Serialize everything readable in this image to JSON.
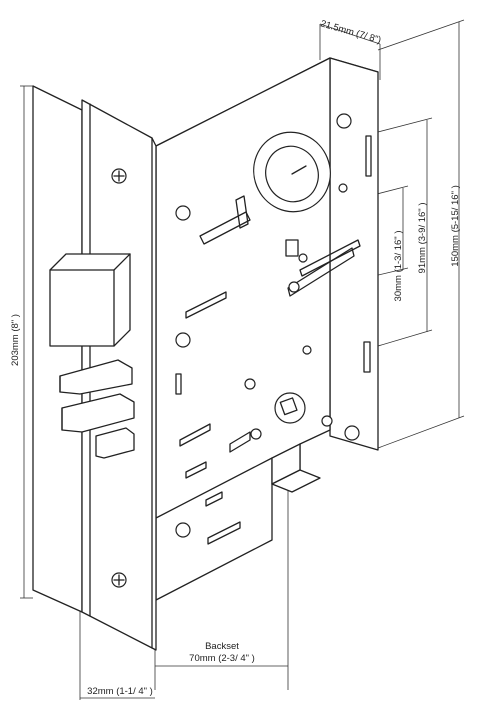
{
  "dimensions": {
    "faceplate_height": "203mm (8\" )",
    "case_depth": "21.5mm (7/ 8\")",
    "hub_to_lever": "30mm (1-3/ 16\" )",
    "hub_to_center": "91mm (3-9/ 16\" )",
    "case_height": "150mm (5-15/ 16\" )",
    "backset_label": "Backset",
    "backset_value": "70mm (2-3/ 4\" )",
    "faceplate_width": "32mm (1-1/ 4\" )"
  },
  "colors": {
    "line": "#222222",
    "background": "#ffffff"
  },
  "icons": {
    "screws": "phillips-screw-icon"
  }
}
